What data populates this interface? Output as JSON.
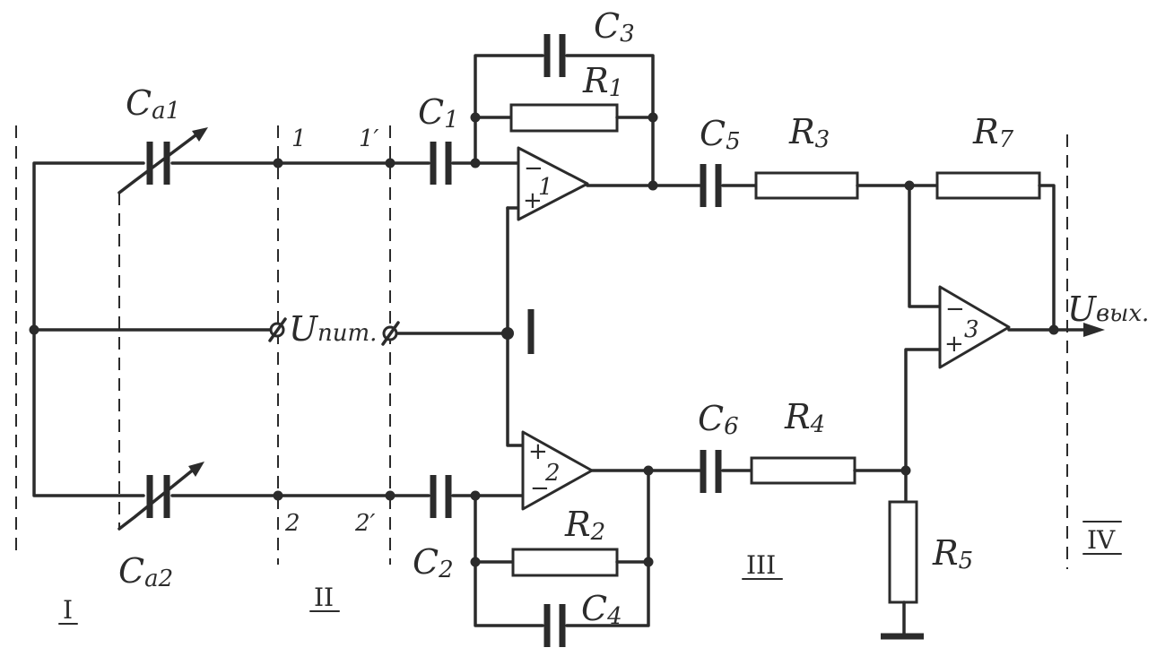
{
  "diagram": {
    "components": {
      "ca1": {
        "symbol": "C",
        "sub": "a1"
      },
      "ca2": {
        "symbol": "C",
        "sub": "a2"
      },
      "c1": {
        "symbol": "C",
        "sub": "1"
      },
      "c2": {
        "symbol": "C",
        "sub": "2"
      },
      "c3": {
        "symbol": "C",
        "sub": "3"
      },
      "c4": {
        "symbol": "C",
        "sub": "4"
      },
      "c5": {
        "symbol": "C",
        "sub": "5"
      },
      "c6": {
        "symbol": "C",
        "sub": "6"
      },
      "r1": {
        "symbol": "R",
        "sub": "1"
      },
      "r2": {
        "symbol": "R",
        "sub": "2"
      },
      "r3": {
        "symbol": "R",
        "sub": "3"
      },
      "r4": {
        "symbol": "R",
        "sub": "4"
      },
      "r5": {
        "symbol": "R",
        "sub": "5"
      },
      "r7": {
        "symbol": "R",
        "sub": "7"
      }
    },
    "amplifiers": [
      {
        "id": "1",
        "top_input": "−",
        "bottom_input": "+"
      },
      {
        "id": "2",
        "top_input": "+",
        "bottom_input": "−"
      },
      {
        "id": "3",
        "top_input": "−",
        "bottom_input": "+"
      }
    ],
    "nodes": [
      "1",
      "1′",
      "2",
      "2′"
    ],
    "supply": {
      "symbol": "U",
      "sub": "пит."
    },
    "output": {
      "symbol": "U",
      "sub": "вых."
    },
    "zones": [
      "I",
      "II",
      "III",
      "IV"
    ]
  }
}
